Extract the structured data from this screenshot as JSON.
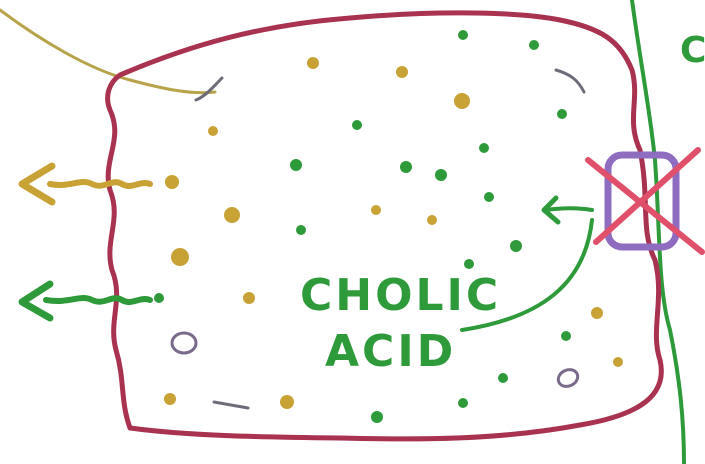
{
  "label": {
    "line1": "CHOLIC",
    "line2": "ACID",
    "edge_fragment": "C"
  },
  "colors": {
    "membrane": "#a8324f",
    "green": "#2e9a3a",
    "yellow": "#c9a236",
    "x_mark": "#e0506a",
    "transporter": "#8e6cc0",
    "background": "#ffffff"
  }
}
